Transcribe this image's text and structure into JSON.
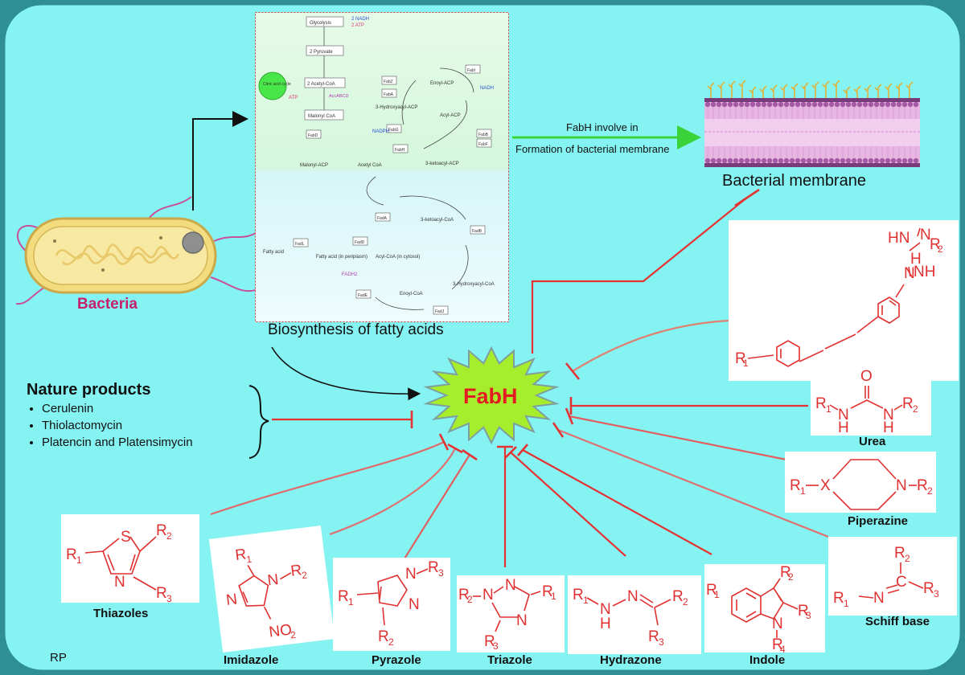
{
  "colors": {
    "background": "#86f3f3",
    "border": "#2f8f95",
    "inhibit": "#e53333",
    "chemistry": "#e03030",
    "fabh_star": "#a6ee2c",
    "fabh_text": "#e31b23",
    "bacteria_label": "#c7206a",
    "arrow_green": "#3ad43a"
  },
  "bacteria": {
    "label": "Bacteria"
  },
  "pathway": {
    "caption": "Biosynthesis of fatty acids",
    "upper_steps": [
      "Glycolysis",
      "2 Pyruvate",
      "2 Acetyl-CoA",
      "Malonyl CoA",
      "Malonyl-ACP",
      "Acetyl CoA",
      "3-ketoacyl-ACP",
      "3-Hydroxyacyl-ACP",
      "Enoyl-ACP",
      "Acyl-ACP"
    ],
    "enzymes": [
      "FabD",
      "FabH",
      "FabG",
      "FabA",
      "FabZ",
      "FabI",
      "FabF",
      "FabB",
      "AccABCD"
    ],
    "cofactors": [
      "2 NADH",
      "2 ATP",
      "NADH",
      "ATP",
      "NADPH",
      "FADH2"
    ],
    "cycle_label": "Citric acid cycle",
    "lower_steps": [
      "Fatty acid",
      "Fatty acid (in periplasm)",
      "Acyl-CoA (in cytosol)",
      "3-ketoacyl-CoA",
      "3-Hydroxyacyl-CoA",
      "Enoyl-CoA"
    ],
    "lower_enzymes": [
      "FadL",
      "FadD",
      "FadA",
      "FadB",
      "FadE",
      "FadJ"
    ]
  },
  "membrane": {
    "arrow_label_1": "FabH involve in",
    "arrow_label_2": "Formation of bacterial membrane",
    "caption": "Bacterial membrane"
  },
  "fabh": {
    "label": "FabH"
  },
  "nature_products": {
    "title": "Nature products",
    "items": [
      "Cerulenin",
      "Thiolactomycin",
      "Platencin and Platensimycin"
    ]
  },
  "scaffolds": {
    "urea": "Urea",
    "piperazine": "Piperazine",
    "schiff_base": "Schiff base",
    "indole": "Indole",
    "hydrazone": "Hydrazone",
    "triazole": "Triazole",
    "pyrazole": "Pyrazole",
    "imidazole": "Imidazole",
    "thiazoles": "Thiazoles"
  },
  "footer": {
    "initials": "RP"
  }
}
